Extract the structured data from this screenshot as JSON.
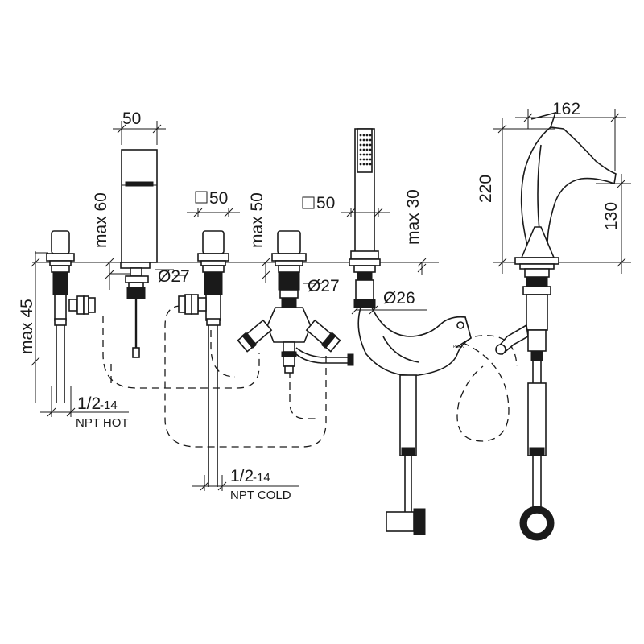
{
  "dimensions": {
    "spout_width": "50",
    "spout_height_max": "max 60",
    "handle_square": "50",
    "handle_height_max": "max 50",
    "handshower_square": "50",
    "handshower_height_max": "max 30",
    "deck_hole_1": "Ø27",
    "deck_hole_2": "Ø27",
    "deck_hole_3": "Ø26",
    "left_valve_height_max": "max 45",
    "hot_conn_size": "1/2",
    "hot_conn_sub": "-14",
    "hot_conn_label": "NPT HOT",
    "cold_conn_size": "1/2",
    "cold_conn_sub": "-14",
    "cold_conn_label": "NPT COLD",
    "side_reach": "162",
    "side_height": "220",
    "side_spout_height": "130"
  },
  "symbols": {
    "square": "□"
  },
  "logo": {
    "text": "PEAK"
  }
}
